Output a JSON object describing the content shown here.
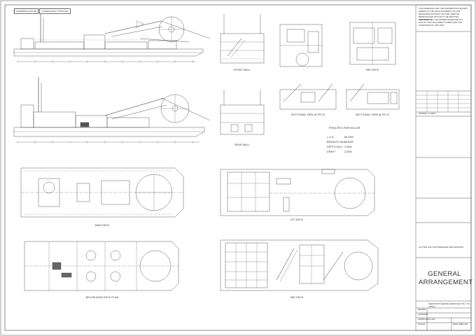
{
  "sheet": {
    "tags": [
      "GOERDMAN ROTOR",
      "LOADED DRAFT 'PROVISO'"
    ],
    "views": {
      "profile_top": "",
      "profile_bottom": "",
      "front_wall": "FRONT WALL",
      "rear_wall": "REAR WALL",
      "section_fr10": "SECTIONAL VIEW @ FR.10",
      "section_fr22": "SECTIONAL VIEW @ FR.22",
      "main_deck": "MAIN DECK",
      "below_main_deck": "BELOW MAIN DECK PLAN",
      "first_deck": "1ST DECK",
      "second_deck": "2ND DECK",
      "third_deck": "3RD DECK"
    },
    "particulars": {
      "title": "PRINCIPLE PARTICULAR",
      "rows": [
        {
          "key": "L.O.A",
          "value": "66.00M"
        },
        {
          "key": "BREADTH MLD",
          "value": "16.50M"
        },
        {
          "key": "DEPTH MLD",
          "value": "3.00M"
        },
        {
          "key": "DRAFT",
          "value": "2.00M"
        }
      ]
    }
  },
  "title_block": {
    "notes": [
      "THIS DRAWING AND THE INFORMATION SHOWN HEREIN IS THE SOLE PROPERTY OF THE DESIGNER AND MUST NOT BE USED OR REPRODUCED WITHOUT THE WRITTEN PERMISSION",
      "THE RIGHT OF THE OWNER RESERVED ALL RIGHTS THIS DOCUMENT SUBMITTED FOR CONFIDENTIAL USE ONLY"
    ],
    "owner_label": "OWNER / CLIENT",
    "project": "CUTTER SUCTION DREDGER 66M SHIPPING",
    "drawing_title": "GENERAL\nARRANGEMENT",
    "company": "WESTPORT MARINE SERVICES PTE. LTD. CHINA",
    "rows": [
      {
        "label": "DRAWN",
        "value": ""
      },
      {
        "label": "CHECKED",
        "value": ""
      },
      {
        "label": "APPROVED",
        "value": "1:200"
      },
      {
        "label": "SCALE",
        "value": ""
      },
      {
        "label": "DWG NO.",
        "value": "GA-001"
      }
    ]
  }
}
